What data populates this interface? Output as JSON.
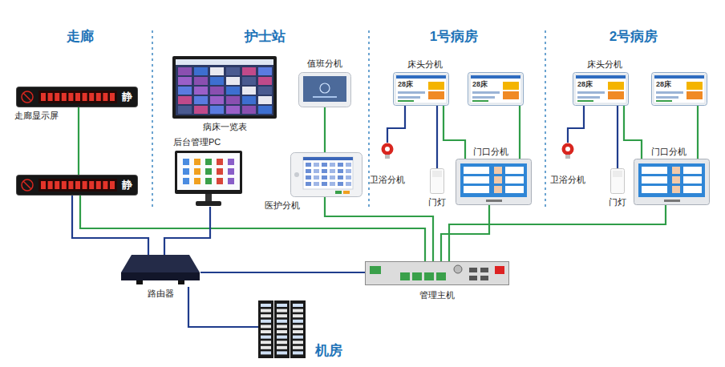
{
  "diagram": {
    "nodes": [
      {
        "text": [
          "静",
          "走廊显示屏"
        ]
      },
      {
        "text": [
          "静"
        ]
      },
      {
        "text": [
          "病床一览表"
        ]
      },
      {
        "text": [
          "后台管理PC"
        ]
      },
      {
        "text": [
          "值班分机"
        ]
      },
      {
        "text": [
          "医护分机"
        ]
      },
      {
        "text": [
          "床头分机",
          "28床"
        ]
      },
      {
        "text": [
          "28床"
        ]
      },
      {
        "text": [
          "卫浴分机"
        ]
      },
      {
        "text": [
          "门灯"
        ]
      },
      {
        "text": [
          "门口分机"
        ]
      },
      {
        "text": [
          "床头分机",
          "28床"
        ]
      },
      {
        "text": [
          "28床"
        ]
      },
      {
        "text": [
          "卫浴分机"
        ]
      },
      {
        "text": [
          "门灯"
        ]
      },
      {
        "text": [
          "门口分机"
        ]
      },
      {
        "text": [
          "路由器"
        ]
      },
      {
        "text": [
          "管理主机"
        ]
      },
      {
        "text": [
          "机房"
        ]
      }
    ],
    "edges": [
      {
        "from": 0,
        "to": 1,
        "arrow": "none"
      },
      {
        "from": 1,
        "to": 16,
        "arrow": "none"
      },
      {
        "from": 1,
        "to": 17,
        "arrow": "none"
      },
      {
        "from": 3,
        "to": 16,
        "arrow": "none"
      },
      {
        "from": 16,
        "to": 17,
        "arrow": "none"
      },
      {
        "from": 16,
        "to": 18,
        "arrow": "none"
      },
      {
        "from": 4,
        "to": 5,
        "arrow": "none"
      },
      {
        "from": 5,
        "to": 17,
        "arrow": "none"
      },
      {
        "from": 6,
        "to": 8,
        "arrow": "none"
      },
      {
        "from": 6,
        "to": 9,
        "arrow": "none"
      },
      {
        "from": 6,
        "to": 10,
        "arrow": "none"
      },
      {
        "from": 7,
        "to": 10,
        "arrow": "none"
      },
      {
        "from": 10,
        "to": 17,
        "arrow": "none"
      },
      {
        "from": 11,
        "to": 13,
        "arrow": "none"
      },
      {
        "from": 11,
        "to": 14,
        "arrow": "none"
      },
      {
        "from": 11,
        "to": 15,
        "arrow": "none"
      },
      {
        "from": 12,
        "to": 15,
        "arrow": "none"
      },
      {
        "from": 15,
        "to": 17,
        "arrow": "none"
      }
    ],
    "labels": [
      "走廊",
      "护士站",
      "1号病房",
      "2号病房"
    ]
  }
}
